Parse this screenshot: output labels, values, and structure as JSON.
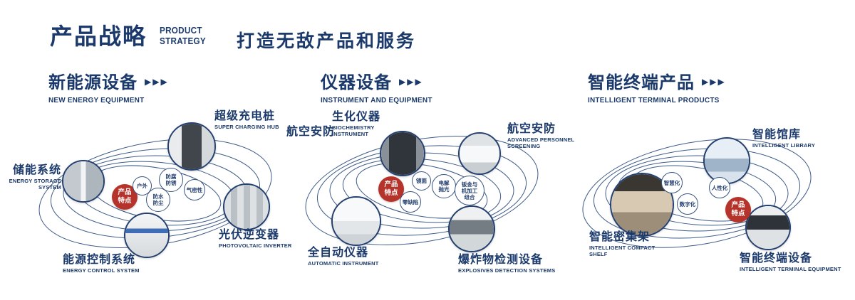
{
  "page": {
    "title": "产品战略",
    "title_en_1": "PRODUCT",
    "title_en_2": "STRATEGY",
    "tagline": "打造无敌产品和服务",
    "arrow_icon": "▶▶▶"
  },
  "colors": {
    "navy": "#1b3a6b",
    "badge_red": "#b5332a",
    "background": "#ffffff"
  },
  "sections": [
    {
      "title": "新能源设备",
      "subtitle": "NEW ENERGY EQUIPMENT",
      "badge": "产品特点",
      "features": [
        "户外",
        "防腐防锈",
        "气密性",
        "防水防尘"
      ],
      "products": [
        {
          "name": "储能系统",
          "en": "ENERGY STORAGE SYSTEM"
        },
        {
          "name": "超级充电桩",
          "en": "SUPER CHARGING HUB"
        },
        {
          "name": "光伏逆变器",
          "en": "PHOTOVOLTAIC INVERTER"
        },
        {
          "name": "能源控制系统",
          "en": "ENERGY CONTROL SYSTEM"
        }
      ]
    },
    {
      "title": "仪器设备",
      "subtitle": "INSTRUMENT AND EQUIPMENT",
      "badge": "产品特点",
      "extra_label": "航空安防",
      "features": [
        "镜面",
        "电解抛光",
        "钣金与机加工组合",
        "零缺陷"
      ],
      "products": [
        {
          "name": "生化仪器",
          "en": "BIOCHEMISTRY INSTRUMENT"
        },
        {
          "name": "航空安防",
          "en": "ADVANCED PERSONNEL SCREENING"
        },
        {
          "name": "全自动仪器",
          "en": "AUTOMATIC INSTRUMENT"
        },
        {
          "name": "爆炸物检测设备",
          "en": "EXPLOSIVES DETECTION SYSTEMS"
        }
      ]
    },
    {
      "title": "智能终端产品",
      "subtitle": "INTELLIGENT TERMINAL PRODUCTS",
      "badge": "产品特点",
      "features": [
        "智慧化",
        "人性化",
        "数字化"
      ],
      "products": [
        {
          "name": "智能馆库",
          "en": "INTELLIGENT LIBRARY"
        },
        {
          "name": "智能密集架",
          "en": "INTELLIGENT COMPACT SHELF"
        },
        {
          "name": "智能终端设备",
          "en": "INTELLIGENT TERMINAL EQUIPMENT"
        }
      ]
    }
  ]
}
